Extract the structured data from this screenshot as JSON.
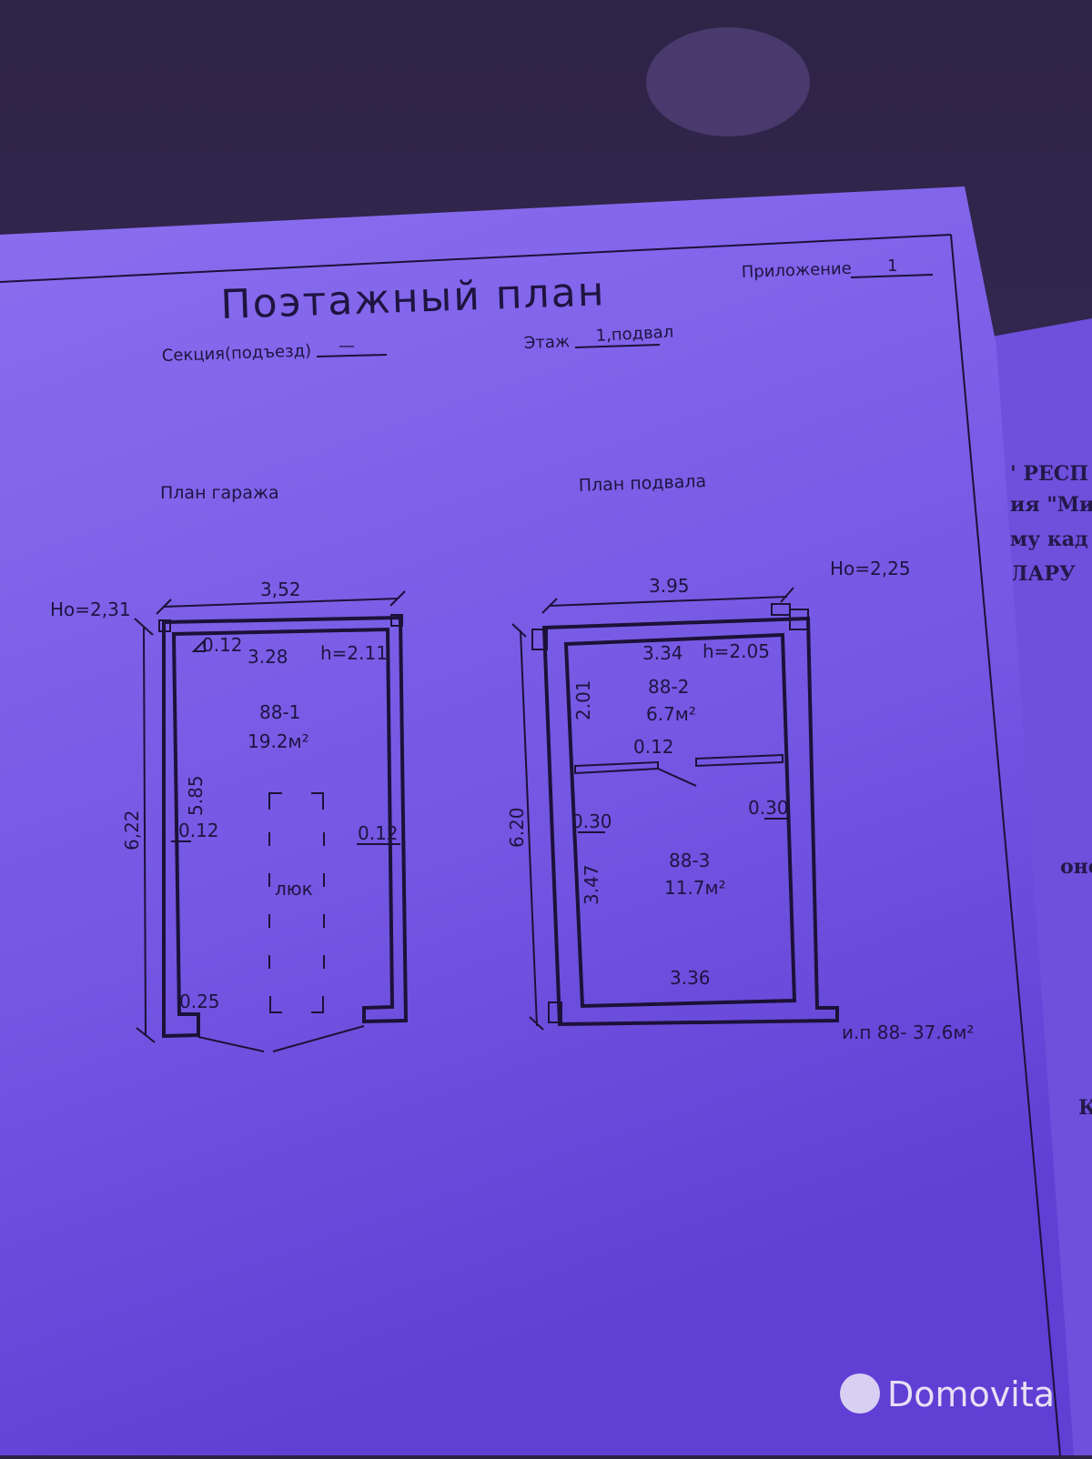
{
  "document": {
    "title": "Поэтажный план",
    "appendix_label": "Приложение",
    "appendix_value": "1",
    "section_label": "Секция(подъезд)",
    "section_value": "—",
    "floor_label": "Этаж",
    "floor_value": "1,подвал"
  },
  "garage_plan": {
    "heading": "План гаража",
    "ho": "Но=2,31",
    "width_outer": "3,52",
    "length_outer": "6,22",
    "width_inner": "3.28",
    "length_inner": "5.85",
    "height": "h=2.11",
    "corner_mark": "0.12",
    "wall_left": "0.12",
    "wall_right": "0.12",
    "wall_bottom": "0.25",
    "room_id": "88-1",
    "room_area": "19.2м²",
    "hatch_label": "люк"
  },
  "basement_plan": {
    "heading": "План подвала",
    "ho": "Но=2,25",
    "width_outer": "3.95",
    "length_outer": "6.20",
    "width_inner_top": "3.34",
    "height": "h=2.05",
    "room2_id": "88-2",
    "room2_area": "6.7м²",
    "room2_length": "2.01",
    "partition": "0.12",
    "wall_left": "0.30",
    "wall_right": "0.30",
    "room3_id": "88-3",
    "room3_area": "11.7м²",
    "room3_length": "3.47",
    "width_inner_bottom": "3.36",
    "total": "и.п 88- 37.6м²"
  },
  "back_sheet_fragments": [
    "' РЕСП",
    "ия \"Ми",
    "му кад",
    "ЛАРУ",
    "онс",
    "К"
  ],
  "watermark": "Domovita",
  "colors": {
    "background": "#2b2142",
    "paper": "#7c5ce6",
    "ink": "#1b1238"
  }
}
